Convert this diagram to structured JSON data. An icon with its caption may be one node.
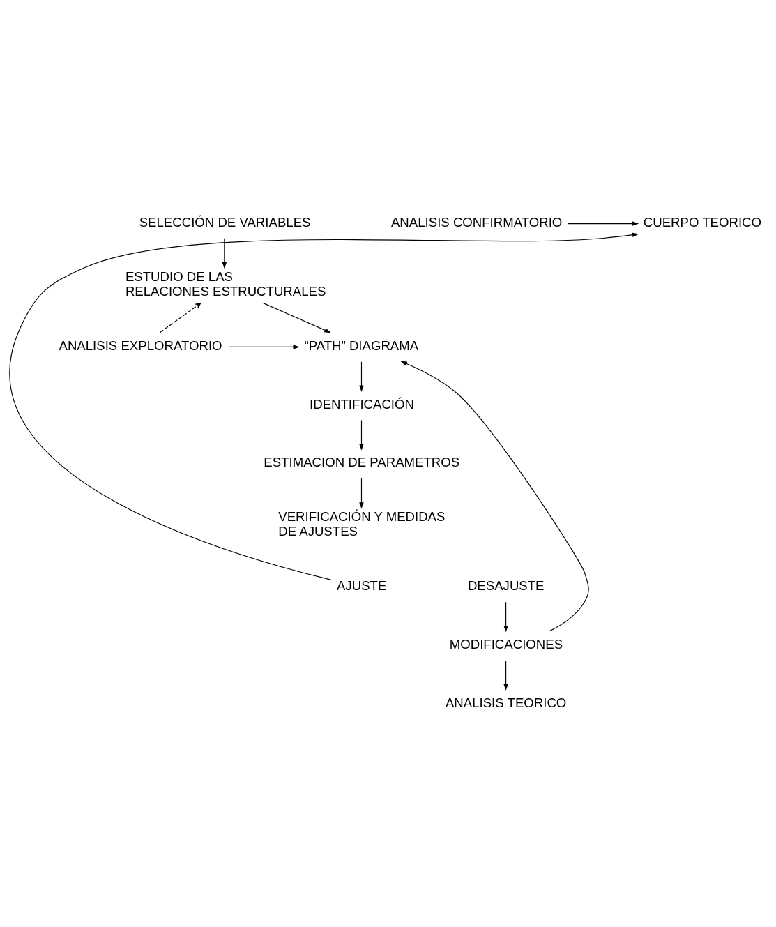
{
  "diagram": {
    "nodes": [
      {
        "text": [
          "CUERPO TEORICO"
        ]
      },
      {
        "text": [
          "ANALISIS CONFIRMATORIO"
        ]
      },
      {
        "text": [
          "SELECCIÓN DE VARIABLES"
        ]
      },
      {
        "text": [
          "ESTUDIO DE LAS RELACIONES ESTRUCTURALES"
        ]
      },
      {
        "text": [
          "“PATH” DIAGRAMA"
        ]
      },
      {
        "text": [
          "ANALISIS EXPLORATORIO"
        ]
      },
      {
        "text": [
          "IDENTIFICACIÓN"
        ]
      },
      {
        "text": [
          "ESTIMACION DE PARAMETROS"
        ]
      },
      {
        "text": [
          "VERIFICACIÓN Y MEDIDAS DE AJUSTES"
        ]
      },
      {
        "text": [
          "AJUSTE"
        ]
      },
      {
        "text": [
          "DESAJUSTE"
        ]
      },
      {
        "text": [
          "MODIFICACIONES"
        ]
      },
      {
        "text": [
          "ANALISIS TEORICO"
        ]
      }
    ],
    "edges": [
      {
        "from": 1,
        "to": 0,
        "arrow": "to"
      },
      {
        "from": 2,
        "to": 3,
        "arrow": "to"
      },
      {
        "from": 3,
        "to": 4,
        "arrow": "to"
      },
      {
        "from": 5,
        "to": 3,
        "arrow": "to",
        "style": "dashed"
      },
      {
        "from": 5,
        "to": 4,
        "arrow": "to"
      },
      {
        "from": 4,
        "to": 6,
        "arrow": "to"
      },
      {
        "from": 6,
        "to": 7,
        "arrow": "to"
      },
      {
        "from": 7,
        "to": 8,
        "arrow": "to"
      },
      {
        "from": 9,
        "to": 0,
        "arrow": "to"
      },
      {
        "from": 10,
        "to": 11,
        "arrow": "to"
      },
      {
        "from": 11,
        "to": 4,
        "arrow": "to"
      },
      {
        "from": 11,
        "to": 12,
        "arrow": "to"
      }
    ]
  }
}
